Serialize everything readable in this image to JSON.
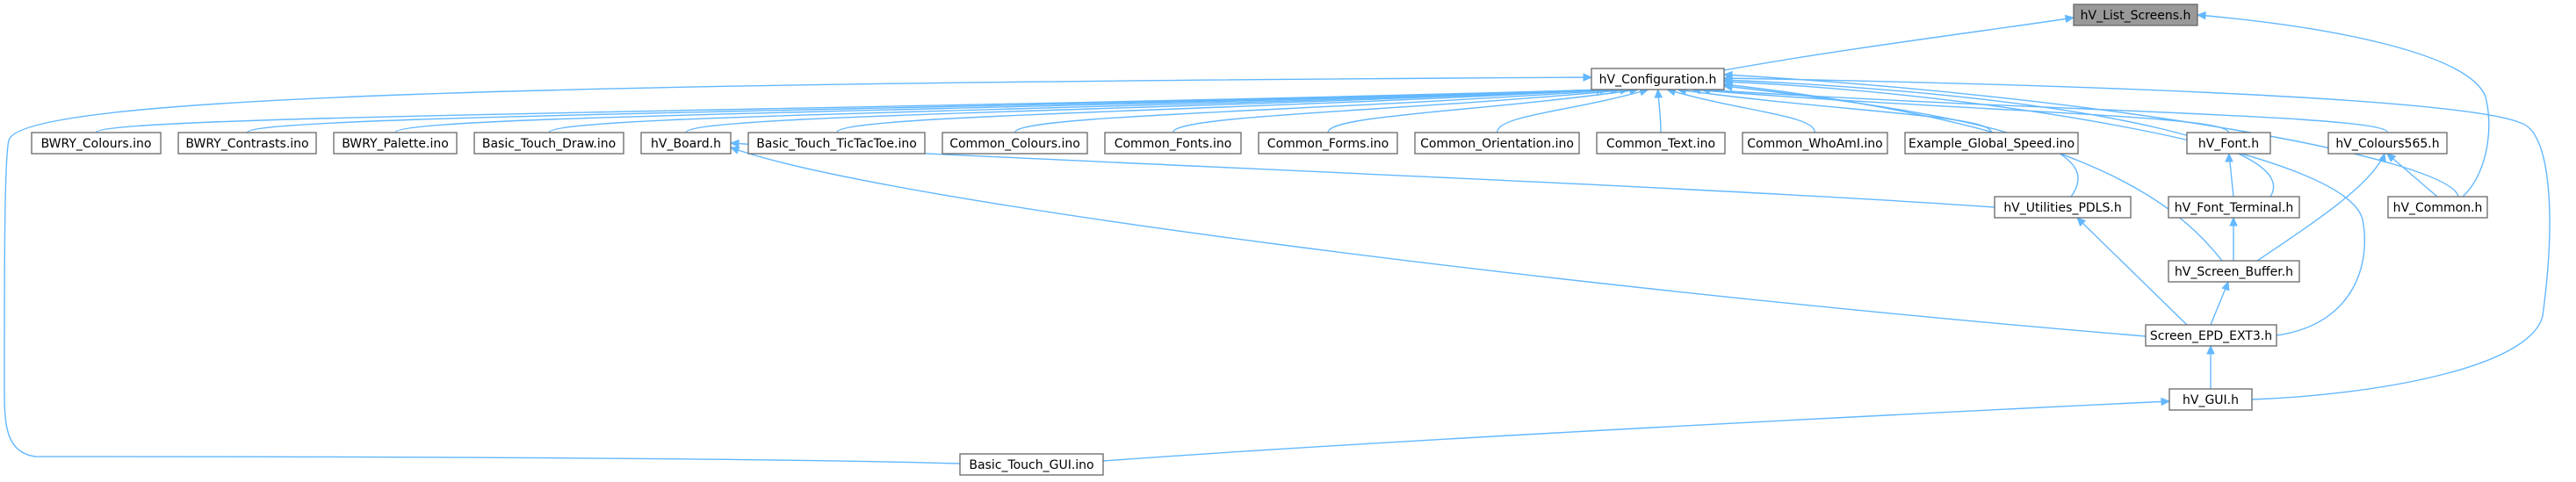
{
  "nodes": [
    {
      "id": "hv_list_screens",
      "label": "hV_List_Screens.h",
      "root": true
    },
    {
      "id": "hv_configuration",
      "label": "hV_Configuration.h"
    },
    {
      "id": "bwry_colours",
      "label": "BWRY_Colours.ino"
    },
    {
      "id": "bwry_contrasts",
      "label": "BWRY_Contrasts.ino"
    },
    {
      "id": "bwry_palette",
      "label": "BWRY_Palette.ino"
    },
    {
      "id": "basic_touch_draw",
      "label": "Basic_Touch_Draw.ino"
    },
    {
      "id": "hv_board",
      "label": "hV_Board.h"
    },
    {
      "id": "basic_touch_tictactoe",
      "label": "Basic_Touch_TicTacToe.ino"
    },
    {
      "id": "common_colours",
      "label": "Common_Colours.ino"
    },
    {
      "id": "common_fonts",
      "label": "Common_Fonts.ino"
    },
    {
      "id": "common_forms",
      "label": "Common_Forms.ino"
    },
    {
      "id": "common_orientation",
      "label": "Common_Orientation.ino"
    },
    {
      "id": "common_text",
      "label": "Common_Text.ino"
    },
    {
      "id": "common_whoami",
      "label": "Common_WhoAmI.ino"
    },
    {
      "id": "example_global_speed",
      "label": "Example_Global_Speed.ino"
    },
    {
      "id": "hv_font",
      "label": "hV_Font.h"
    },
    {
      "id": "hv_colours565",
      "label": "hV_Colours565.h"
    },
    {
      "id": "hv_utilities_pdls",
      "label": "hV_Utilities_PDLS.h"
    },
    {
      "id": "hv_font_terminal",
      "label": "hV_Font_Terminal.h"
    },
    {
      "id": "hv_common",
      "label": "hV_Common.h"
    },
    {
      "id": "hv_screen_buffer",
      "label": "hV_Screen_Buffer.h"
    },
    {
      "id": "screen_epd_ext3",
      "label": "Screen_EPD_EXT3.h"
    },
    {
      "id": "hv_gui",
      "label": "hV_GUI.h"
    },
    {
      "id": "basic_touch_gui",
      "label": "Basic_Touch_GUI.ino"
    }
  ],
  "edges": [
    {
      "from": "hv_configuration",
      "to": "hv_list_screens"
    },
    {
      "from": "hv_common",
      "to": "hv_list_screens"
    },
    {
      "from": "bwry_colours",
      "to": "hv_configuration"
    },
    {
      "from": "bwry_contrasts",
      "to": "hv_configuration"
    },
    {
      "from": "bwry_palette",
      "to": "hv_configuration"
    },
    {
      "from": "basic_touch_draw",
      "to": "hv_configuration"
    },
    {
      "from": "hv_board",
      "to": "hv_configuration"
    },
    {
      "from": "basic_touch_tictactoe",
      "to": "hv_configuration"
    },
    {
      "from": "common_colours",
      "to": "hv_configuration"
    },
    {
      "from": "common_fonts",
      "to": "hv_configuration"
    },
    {
      "from": "common_forms",
      "to": "hv_configuration"
    },
    {
      "from": "common_orientation",
      "to": "hv_configuration"
    },
    {
      "from": "common_text",
      "to": "hv_configuration"
    },
    {
      "from": "common_whoami",
      "to": "hv_configuration"
    },
    {
      "from": "example_global_speed",
      "to": "hv_configuration"
    },
    {
      "from": "hv_font",
      "to": "hv_configuration"
    },
    {
      "from": "hv_colours565",
      "to": "hv_configuration"
    },
    {
      "from": "hv_utilities_pdls",
      "to": "hv_configuration"
    },
    {
      "from": "hv_font_terminal",
      "to": "hv_configuration"
    },
    {
      "from": "hv_common",
      "to": "hv_configuration"
    },
    {
      "from": "hv_screen_buffer",
      "to": "hv_configuration"
    },
    {
      "from": "screen_epd_ext3",
      "to": "hv_configuration"
    },
    {
      "from": "hv_gui",
      "to": "hv_configuration"
    },
    {
      "from": "basic_touch_gui",
      "to": "hv_configuration"
    },
    {
      "from": "hv_utilities_pdls",
      "to": "hv_board"
    },
    {
      "from": "screen_epd_ext3",
      "to": "hv_board"
    },
    {
      "from": "hv_font_terminal",
      "to": "hv_font"
    },
    {
      "from": "hv_screen_buffer",
      "to": "hv_font_terminal"
    },
    {
      "from": "hv_common",
      "to": "hv_colours565"
    },
    {
      "from": "hv_screen_buffer",
      "to": "hv_colours565"
    },
    {
      "from": "screen_epd_ext3",
      "to": "hv_utilities_pdls"
    },
    {
      "from": "screen_epd_ext3",
      "to": "hv_screen_buffer"
    },
    {
      "from": "hv_gui",
      "to": "screen_epd_ext3"
    },
    {
      "from": "basic_touch_gui",
      "to": "hv_gui"
    }
  ],
  "colors": {
    "edge": "#63b8ff",
    "node_border": "#666666",
    "node_fill": "#ffffff",
    "root_fill": "#999999"
  }
}
